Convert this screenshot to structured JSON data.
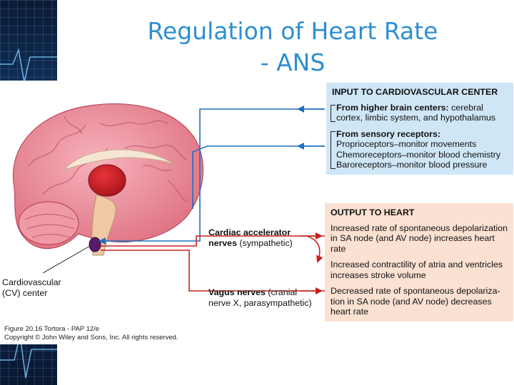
{
  "slide": {
    "title_line1": "Regulation of Heart Rate",
    "title_line2": "- ANS"
  },
  "input_box": {
    "heading": "INPUT TO CARDIOVASCULAR CENTER",
    "higher_label": "From higher brain centers:",
    "higher_text": " cerebral cortex, limbic system, and hypothalamus",
    "sensory_label": "From sensory receptors:",
    "sensory_lines": [
      "Proprioceptors–monitor movements",
      "Chemoreceptors–monitor blood chemistry",
      "Baroreceptors–monitor blood pressure"
    ]
  },
  "output_box": {
    "heading": "OUTPUT TO HEART",
    "items": [
      "Increased rate of spontaneous depolarization in SA node (and AV node) increases heart rate",
      "Increased contractility of atria and ventricles increases stroke volume",
      "Decreased rate of spontaneous depolariza-tion in SA node (and AV node) decreases heart rate"
    ]
  },
  "labels": {
    "accelerator_bold": "Cardiac accelerator nerves",
    "accelerator_rest": " (sympathetic)",
    "vagus_bold": "Vagus nerves",
    "vagus_rest": " (cranial nerve X, parasympathetic)",
    "cv_center": "Cardiovascular (CV) center"
  },
  "credit": {
    "line1": "Figure 20.16 Tortora - PAP 12/e",
    "line2": "Copyright © John Wiley and Sons, Inc. All rights reserved."
  },
  "colors": {
    "title": "#2e8fd0",
    "input_fill": "#cfe6f6",
    "output_fill": "#fbe1d2",
    "input_arrow": "#1f6fc0",
    "output_arrow": "#c8201e",
    "cv_center": "#5a1a6a"
  }
}
